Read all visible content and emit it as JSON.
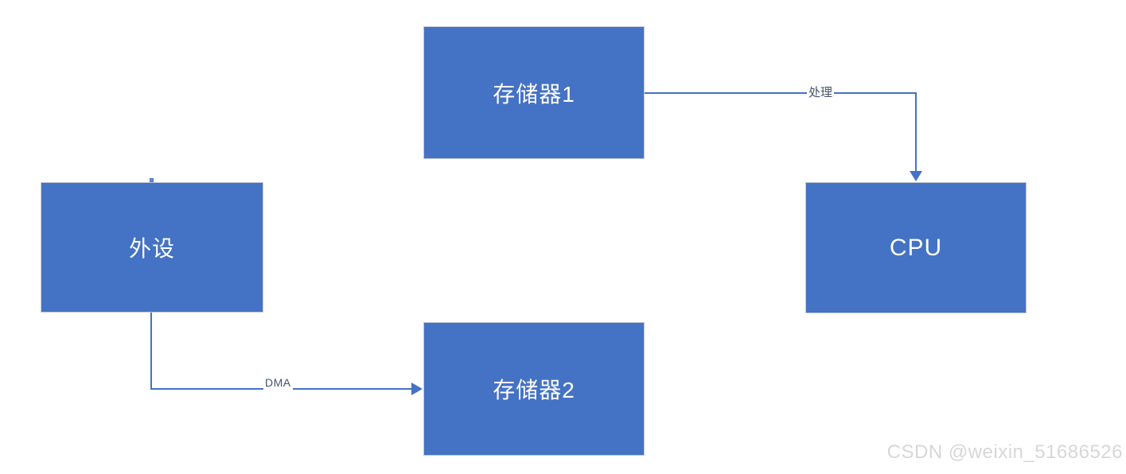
{
  "diagram": {
    "nodes": [
      {
        "id": "memory1",
        "label": "存储器1"
      },
      {
        "id": "peripheral",
        "label": "外设"
      },
      {
        "id": "cpu",
        "label": "CPU"
      },
      {
        "id": "memory2",
        "label": "存储器2"
      }
    ],
    "edges": [
      {
        "from": "memory1",
        "to": "cpu",
        "label": "处理",
        "style": "elbow-right-then-down-arrow"
      },
      {
        "from": "peripheral",
        "to": "memory2",
        "label": "DMA",
        "style": "elbow-down-then-right-arrow"
      }
    ],
    "colors": {
      "node_fill": "#4472C4",
      "node_border": "#c3c9d5",
      "node_text": "#ffffff",
      "connector": "#4472C4",
      "edge_label_text": "#44546A",
      "background": "#ffffff",
      "watermark_text": "#d7d7d7"
    }
  },
  "watermark": {
    "text": "CSDN @weixin_51686526"
  }
}
